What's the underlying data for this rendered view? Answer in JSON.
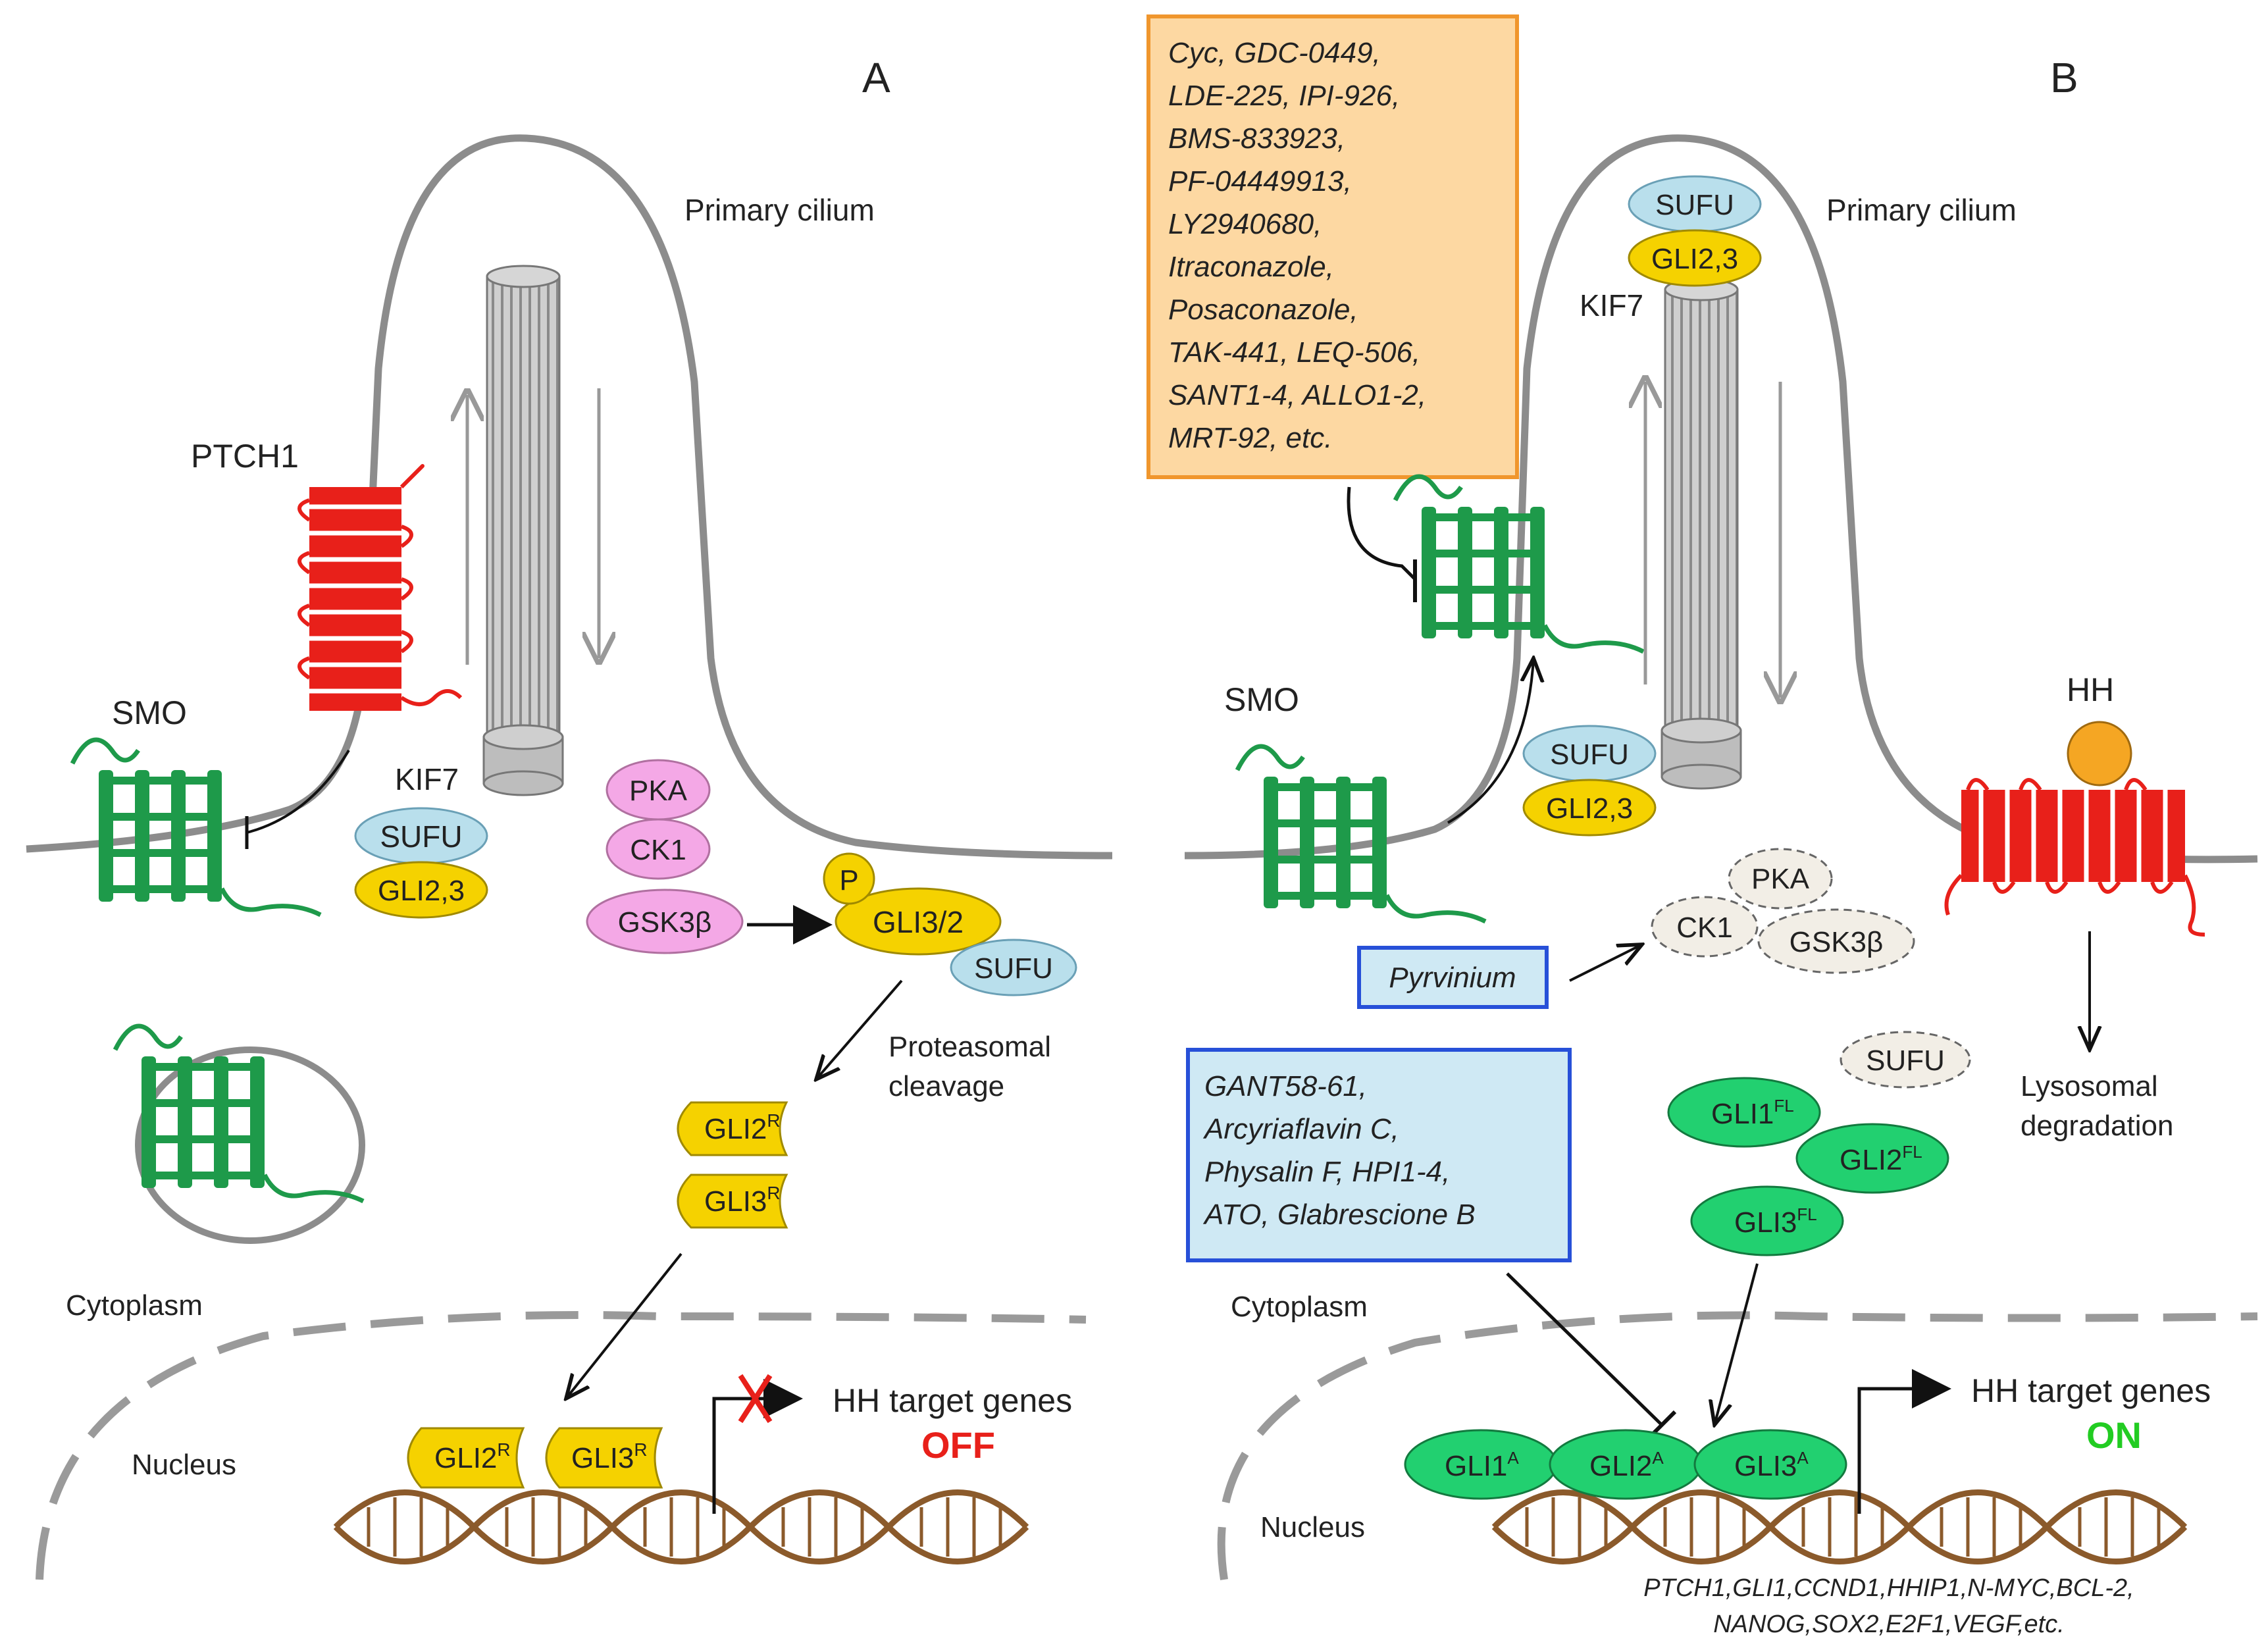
{
  "panel_a": {
    "letter": "A",
    "primary_cilium": "Primary cilium",
    "ptch1": "PTCH1",
    "smo": "SMO",
    "kif7": "KIF7",
    "sufu": "SUFU",
    "gli23": "GLI2,3",
    "pka": "PKA",
    "ck1": "CK1",
    "gsk3b": "GSK3β",
    "p": "P",
    "gli32": "GLI3/2",
    "sufu2": "SUFU",
    "proteasomal_1": "Proteasomal",
    "proteasomal_2": "cleavage",
    "gli2": "GLI2",
    "gli3": "GLI3",
    "sup_r": "R",
    "cytoplasm": "Cytoplasm",
    "nucleus": "Nucleus",
    "target_genes": "HH target genes",
    "off": "OFF"
  },
  "panel_b": {
    "letter": "B",
    "primary_cilium": "Primary cilium",
    "smo": "SMO",
    "kif7": "KIF7",
    "sufu": "SUFU",
    "gli23": "GLI2,3",
    "hh": "HH",
    "pka": "PKA",
    "ck1": "CK1",
    "gsk3b": "GSK3β",
    "pyrvinium": "Pyrvinium",
    "sufu_free": "SUFU",
    "gli1": "GLI1",
    "gli2": "GLI2",
    "gli3": "GLI3",
    "sup_fl": "FL",
    "sup_a": "A",
    "lysosomal_1": "Lysosomal",
    "lysosomal_2": "degradation",
    "cytoplasm": "Cytoplasm",
    "nucleus": "Nucleus",
    "target_genes": "HH target genes",
    "on": "ON",
    "genes_1": "PTCH1,GLI1,CCND1,HHIP1,N-MYC,BCL-2,",
    "genes_2": "NANOG,SOX2,E2F1,VEGF,etc.",
    "smo_inhibitors": [
      "Cyc, GDC-0449,",
      "LDE-225, IPI-926,",
      "BMS-833923,",
      "PF-04449913,",
      "LY2940680,",
      "Itraconazole,",
      "Posaconazole,",
      "TAK-441, LEQ-506,",
      "SANT1-4, ALLO1-2,",
      "MRT-92, etc."
    ],
    "gli_inhibitors": [
      "GANT58-61,",
      "Arcyriaflavin C,",
      "Physalin F, HPI1-4,",
      "ATO, Glabrescione B"
    ]
  },
  "colors": {
    "membrane": "#8c8c8c",
    "ptch": "#e8201a",
    "smo": "#1e9a4a",
    "gli_yellow": "#f5d200",
    "sufu_blue": "#b9dfec",
    "kinase_pink": "#f4a8e6",
    "gli_green": "#22d070",
    "dna": "#8b5a2b",
    "off_red": "#e8201a",
    "on_green": "#22cc22",
    "orange_box": "#fdd8a2",
    "orange_border": "#f0962d",
    "blue_box": "#cfe9f4",
    "blue_border": "#2750d8",
    "hh_ligand": "#f5a623"
  }
}
